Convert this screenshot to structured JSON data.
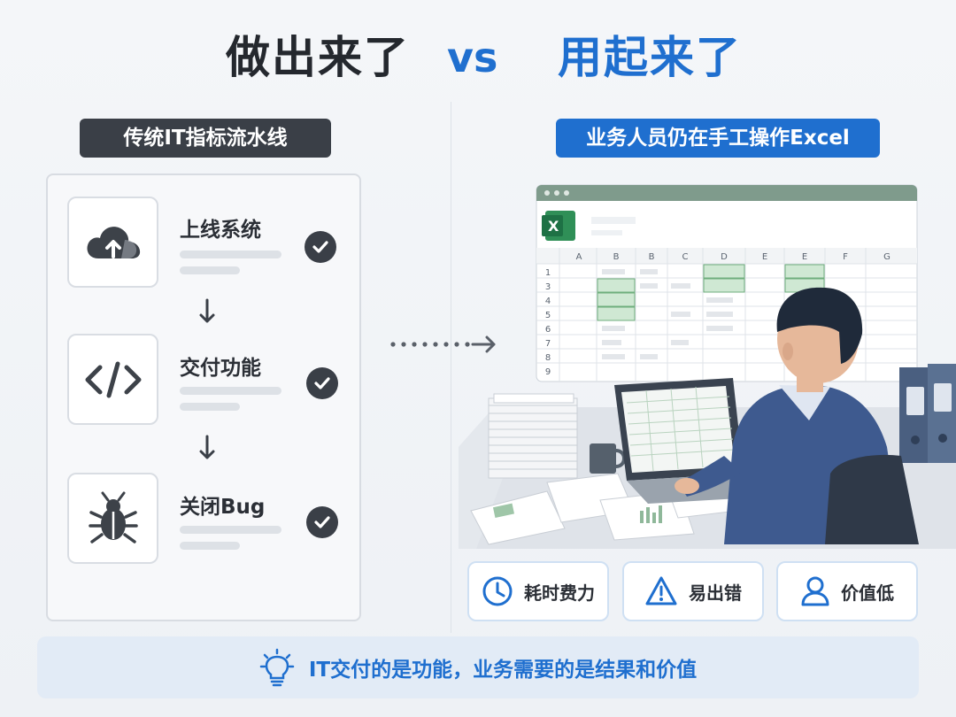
{
  "title": {
    "left": "做出来了",
    "vs": "vs",
    "right": "用起来了"
  },
  "left_panel": {
    "tag": "传统IT指标流水线",
    "steps": [
      {
        "label": "上线系统",
        "icon": "cloud-upload-icon",
        "done": true
      },
      {
        "label": "交付功能",
        "icon": "code-icon",
        "done": true
      },
      {
        "label": "关闭Bug",
        "icon": "bug-icon",
        "done": true
      }
    ]
  },
  "right_panel": {
    "tag": "业务人员仍在手工操作Excel",
    "spreadsheet": {
      "columns": [
        "A",
        "B",
        "B",
        "C",
        "D",
        "E",
        "E",
        "F",
        "G"
      ],
      "rows": [
        "1",
        "3",
        "4",
        "5",
        "6",
        "7",
        "8",
        "9"
      ]
    },
    "issues": [
      {
        "label": "耗时费力",
        "icon": "clock-icon"
      },
      {
        "label": "易出错",
        "icon": "warning-icon"
      },
      {
        "label": "价值低",
        "icon": "user-icon"
      }
    ]
  },
  "banner": {
    "text": "IT交付的是功能，业务需要的是结果和价值",
    "icon": "lightbulb-icon"
  },
  "colors": {
    "accent": "#1f6fcf",
    "dark": "#3a3f47",
    "excel_green": "#1e7145"
  }
}
